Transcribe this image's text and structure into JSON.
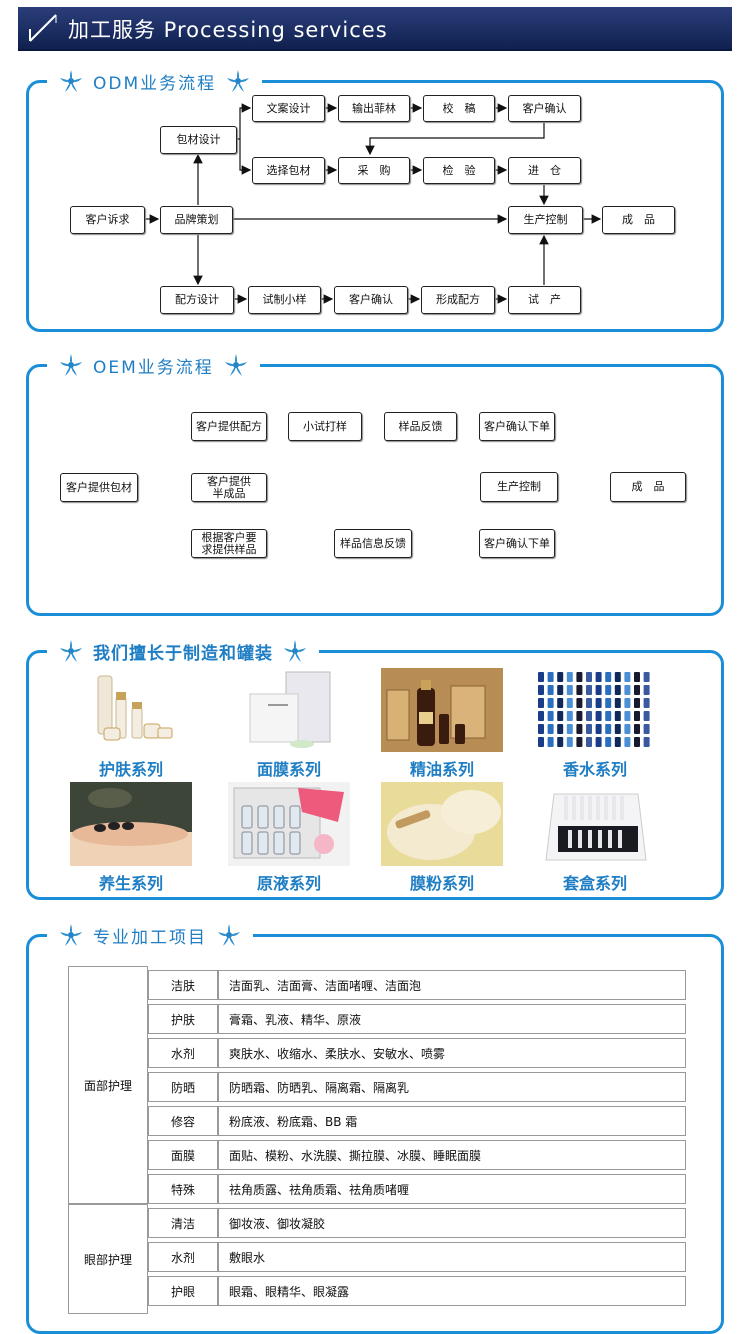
{
  "banner": {
    "title": "加工服务 Processing services",
    "icon": "diagonal-slash-icon"
  },
  "odm": {
    "title": "ODM业务流程",
    "boxes": {
      "wenan": "文案设计",
      "feilin": "输出菲林",
      "jiaogao": "校　稿",
      "queren1": "客户确认",
      "baocai": "包材设计",
      "xuanze": "选择包材",
      "caigou": "采　购",
      "jianyan": "检　验",
      "jincang": "进　仓",
      "suqiu": "客户诉求",
      "pinpai": "品牌策划",
      "shengchan": "生产控制",
      "chengpin": "成　品",
      "peifang": "配方设计",
      "shizhi": "试制小样",
      "queren2": "客户确认",
      "xingcheng": "形成配方",
      "shichan": "试　产"
    }
  },
  "oem": {
    "title": "OEM业务流程",
    "boxes": {
      "baocai": "客户提供包材",
      "peifang": "客户提供配方",
      "xiaoshi": "小试打样",
      "fankui": "样品反馈",
      "queren1": "客户确认下单",
      "banchengpin": "客户提供\n半成品",
      "shengchan": "生产控制",
      "chengpin": "成　品",
      "genju": "根据客户要\n求提供样品",
      "xinxi": "样品信息反馈",
      "queren2": "客户确认下单"
    }
  },
  "products": {
    "title": "我们擅长于制造和罐装",
    "items": [
      {
        "label": "护肤系列"
      },
      {
        "label": "面膜系列"
      },
      {
        "label": "精油系列"
      },
      {
        "label": "香水系列"
      },
      {
        "label": "养生系列"
      },
      {
        "label": "原液系列"
      },
      {
        "label": "膜粉系列"
      },
      {
        "label": "套盒系列"
      }
    ]
  },
  "projects": {
    "title": "专业加工项目",
    "groups": [
      {
        "category": "面部护理",
        "rows": [
          {
            "name": "洁肤",
            "desc": "洁面乳、洁面膏、洁面啫喱、洁面泡"
          },
          {
            "name": "护肤",
            "desc": "膏霜、乳液、精华、原液"
          },
          {
            "name": "水剂",
            "desc": "爽肤水、收缩水、柔肤水、安敏水、喷雾"
          },
          {
            "name": "防晒",
            "desc": "防晒霜、防晒乳、隔离霜、隔离乳"
          },
          {
            "name": "修容",
            "desc": "粉底液、粉底霜、BB 霜"
          },
          {
            "name": "面膜",
            "desc": "面贴、模粉、水洗膜、撕拉膜、冰膜、睡眠面膜"
          },
          {
            "name": "特殊",
            "desc": "祛角质露、祛角质霜、祛角质啫喱"
          }
        ]
      },
      {
        "category": "眼部护理",
        "rows": [
          {
            "name": "清洁",
            "desc": "御妆液、御妆凝胶"
          },
          {
            "name": "水剂",
            "desc": "敷眼水"
          },
          {
            "name": "护眼",
            "desc": "眼霜、眼精华、眼凝露"
          }
        ]
      }
    ]
  },
  "colors": {
    "accent": "#1a8fd8",
    "banner": "#1c2d66",
    "caption": "#1f7ec4"
  }
}
